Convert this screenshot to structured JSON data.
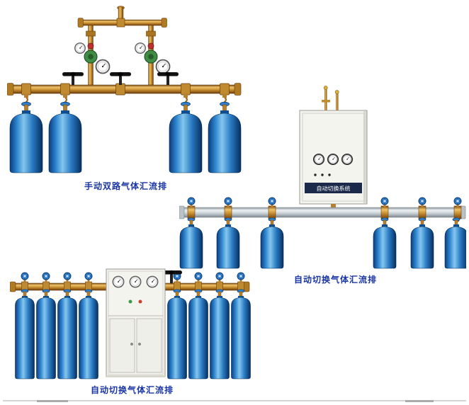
{
  "page": {
    "background": "#ffffff",
    "footer_line_color": "#d4d4d4"
  },
  "figures": [
    {
      "id": "manual-dual-manifold",
      "caption": "手动双路气体汇流排"
    },
    {
      "id": "auto-switch-manifold-wall",
      "caption": "自动切换气体汇流排",
      "cabinet_label": "自动切换系统"
    },
    {
      "id": "auto-switch-manifold-floor",
      "caption": "自动切换气体汇流排"
    }
  ],
  "colors": {
    "caption_text": "#1a35a6",
    "bottle_blue": "#2f86cf",
    "brass_pipe": "#c78c2e",
    "silver_pipe": "#c3ccd1",
    "cabinet_body": "#f4f4ef",
    "cabinet_band": "#1b2a4a",
    "handwheel_black": "#111111",
    "handwheel_blue": "#2e7fd0"
  }
}
